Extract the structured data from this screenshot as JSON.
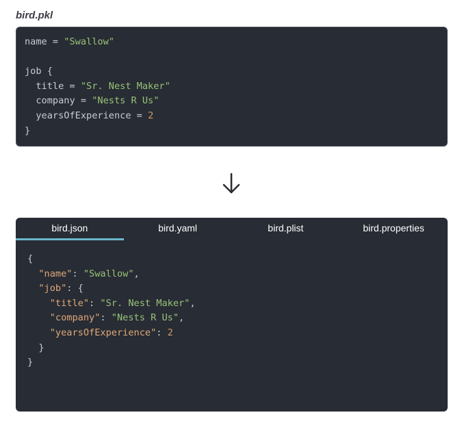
{
  "source": {
    "filename": "bird.pkl",
    "lines": [
      [
        {
          "t": "plain",
          "v": "name = "
        },
        {
          "t": "str",
          "v": "\"Swallow\""
        }
      ],
      [],
      [
        {
          "t": "plain",
          "v": "job {"
        }
      ],
      [
        {
          "t": "plain",
          "v": "  title = "
        },
        {
          "t": "str",
          "v": "\"Sr. Nest Maker\""
        }
      ],
      [
        {
          "t": "plain",
          "v": "  company = "
        },
        {
          "t": "str",
          "v": "\"Nests R Us\""
        }
      ],
      [
        {
          "t": "plain",
          "v": "  yearsOfExperience = "
        },
        {
          "t": "num",
          "v": "2"
        }
      ],
      [
        {
          "t": "plain",
          "v": "}"
        }
      ]
    ]
  },
  "arrow_icon": "arrow-down-icon",
  "output": {
    "tabs": [
      {
        "label": "bird.json",
        "active": true
      },
      {
        "label": "bird.yaml",
        "active": false
      },
      {
        "label": "bird.plist",
        "active": false
      },
      {
        "label": "bird.properties",
        "active": false
      }
    ],
    "lines": [
      [
        {
          "t": "plain",
          "v": "{"
        }
      ],
      [
        {
          "t": "plain",
          "v": "  "
        },
        {
          "t": "key",
          "v": "\"name\""
        },
        {
          "t": "plain",
          "v": ": "
        },
        {
          "t": "str",
          "v": "\"Swallow\""
        },
        {
          "t": "plain",
          "v": ","
        }
      ],
      [
        {
          "t": "plain",
          "v": "  "
        },
        {
          "t": "key",
          "v": "\"job\""
        },
        {
          "t": "plain",
          "v": ": {"
        }
      ],
      [
        {
          "t": "plain",
          "v": "    "
        },
        {
          "t": "key",
          "v": "\"title\""
        },
        {
          "t": "plain",
          "v": ": "
        },
        {
          "t": "str",
          "v": "\"Sr. Nest Maker\""
        },
        {
          "t": "plain",
          "v": ","
        }
      ],
      [
        {
          "t": "plain",
          "v": "    "
        },
        {
          "t": "key",
          "v": "\"company\""
        },
        {
          "t": "plain",
          "v": ": "
        },
        {
          "t": "str",
          "v": "\"Nests R Us\""
        },
        {
          "t": "plain",
          "v": ","
        }
      ],
      [
        {
          "t": "plain",
          "v": "    "
        },
        {
          "t": "key",
          "v": "\"yearsOfExperience\""
        },
        {
          "t": "plain",
          "v": ": "
        },
        {
          "t": "num",
          "v": "2"
        }
      ],
      [
        {
          "t": "plain",
          "v": "  }"
        }
      ],
      [
        {
          "t": "plain",
          "v": "}"
        }
      ]
    ]
  },
  "colors": {
    "panel_bg": "#282c34",
    "string": "#98c379",
    "number": "#d19a66",
    "key": "#e0a87a",
    "tab_indicator": "#6ab8c9"
  }
}
